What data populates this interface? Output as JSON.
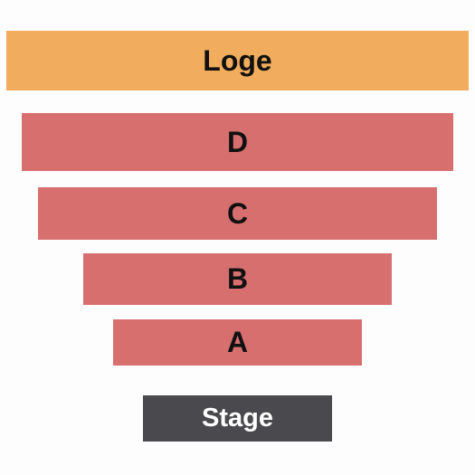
{
  "sections": {
    "loge": {
      "label": "Loge",
      "color": "#f2ac5d"
    },
    "d": {
      "label": "D",
      "color": "#d86f6f"
    },
    "c": {
      "label": "C",
      "color": "#d86f6f"
    },
    "b": {
      "label": "B",
      "color": "#d86f6f"
    },
    "a": {
      "label": "A",
      "color": "#d86f6f"
    }
  },
  "stage": {
    "label": "Stage",
    "color": "#4a494d"
  }
}
